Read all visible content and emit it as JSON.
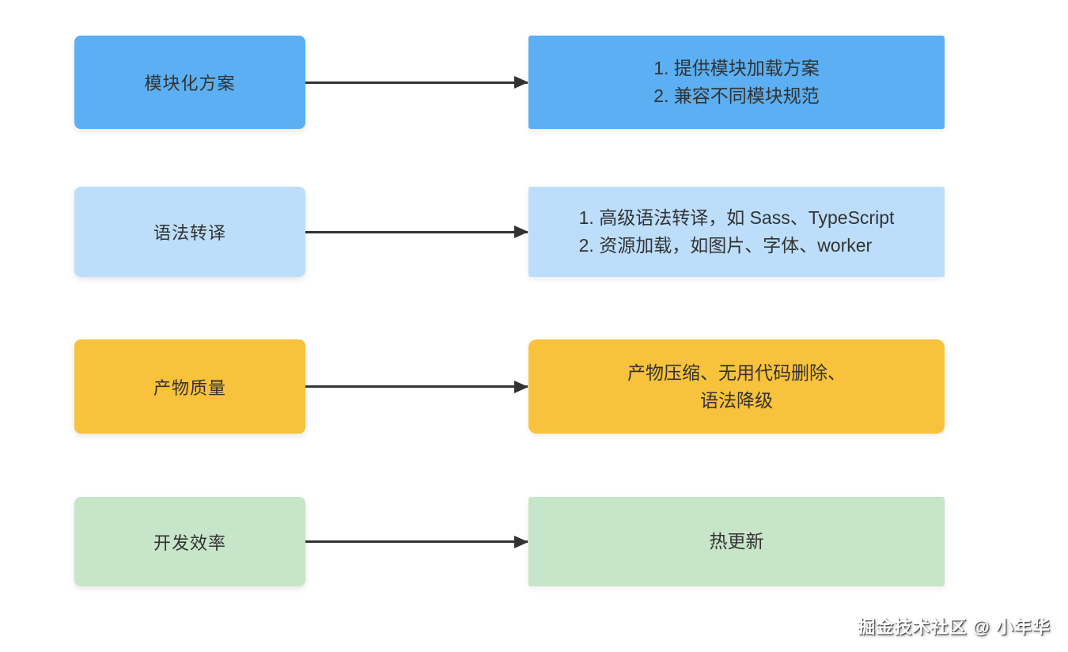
{
  "page": {
    "background": "#ffffff"
  },
  "diagram": {
    "arrow_color": "#333333",
    "text_color": "#333333",
    "rows": [
      {
        "category": "模块化方案",
        "color": "#5BAFF2",
        "details": [
          "1. 提供模块加载方案",
          "2. 兼容不同模块规范"
        ]
      },
      {
        "category": "语法转译",
        "color": "#BCDEFA",
        "details": [
          "1. 高级语法转译，如 Sass、TypeScript",
          "2. 资源加载，如图片、字体、worker"
        ]
      },
      {
        "category": "产物质量",
        "color": "#F8C23C",
        "details": [
          "产物压缩、无用代码删除、",
          "语法降级"
        ]
      },
      {
        "category": "开发效率",
        "color": "#C7E5C8",
        "details": [
          "热更新"
        ]
      }
    ]
  },
  "watermark": {
    "text": "掘金技术社区 @ 小年华",
    "color": "#ffffff"
  }
}
